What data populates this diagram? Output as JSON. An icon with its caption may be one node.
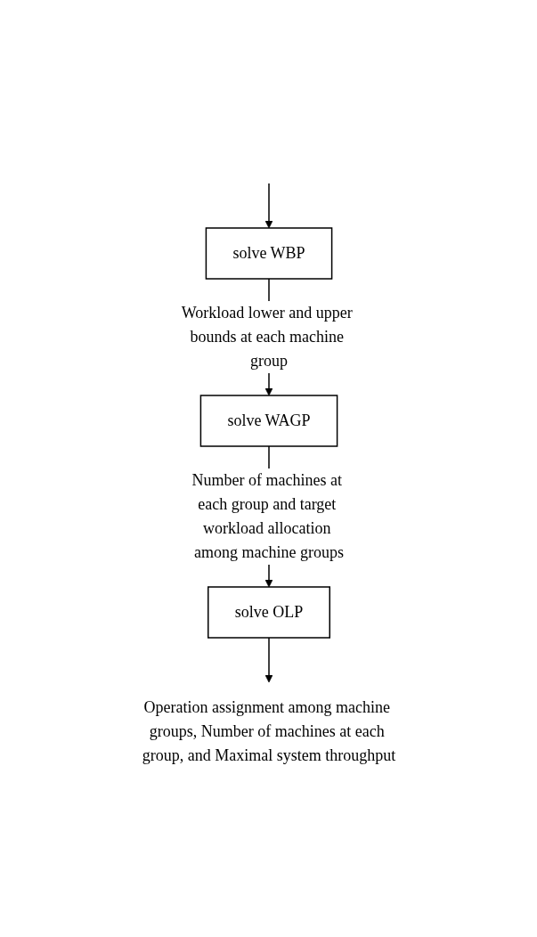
{
  "diagram": {
    "nodes": [
      {
        "text": [
          "solve WBP"
        ]
      },
      {
        "text": [
          "solve WAGP"
        ]
      },
      {
        "text": [
          "solve OLP"
        ]
      },
      {
        "text": [
          "Operation assignment among machine groups, Number of machines at each group, and Maximal system throughput"
        ]
      }
    ],
    "edges": [
      {
        "from": null,
        "to": 0,
        "arrow": "to"
      },
      {
        "from": 0,
        "to": 1,
        "arrow": "to",
        "label": "Workload lower and upper bounds at each machine group"
      },
      {
        "from": 1,
        "to": 2,
        "arrow": "to",
        "label": "Number of machines at each group and target workload allocation among machine groups"
      },
      {
        "from": 2,
        "to": 3,
        "arrow": "to"
      }
    ]
  }
}
